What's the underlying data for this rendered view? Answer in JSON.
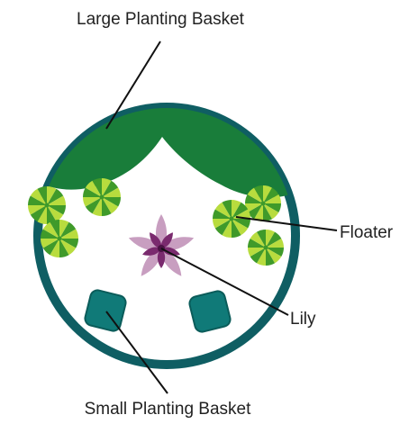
{
  "labels": {
    "large_basket": "Large Planting Basket",
    "floater": "Floater",
    "lily": "Lily",
    "small_basket": "Small Planting Basket"
  },
  "colors": {
    "pond_rim": "#0f5e63",
    "pond_water": "#ffffff",
    "large_basket": "#197d3a",
    "small_basket": "#107a78",
    "small_basket_stroke": "#0b5c5a",
    "floater_dark": "#3f9a2a",
    "floater_light": "#b8dc3e",
    "lily_outer": "#c89ec0",
    "lily_inner": "#7a2a6e",
    "lily_center": "#4a1244",
    "leader_line": "#111111"
  },
  "icons": {
    "floater": "floater-plant-icon",
    "lily": "lily-flower-icon",
    "small_basket": "square-basket-icon"
  }
}
